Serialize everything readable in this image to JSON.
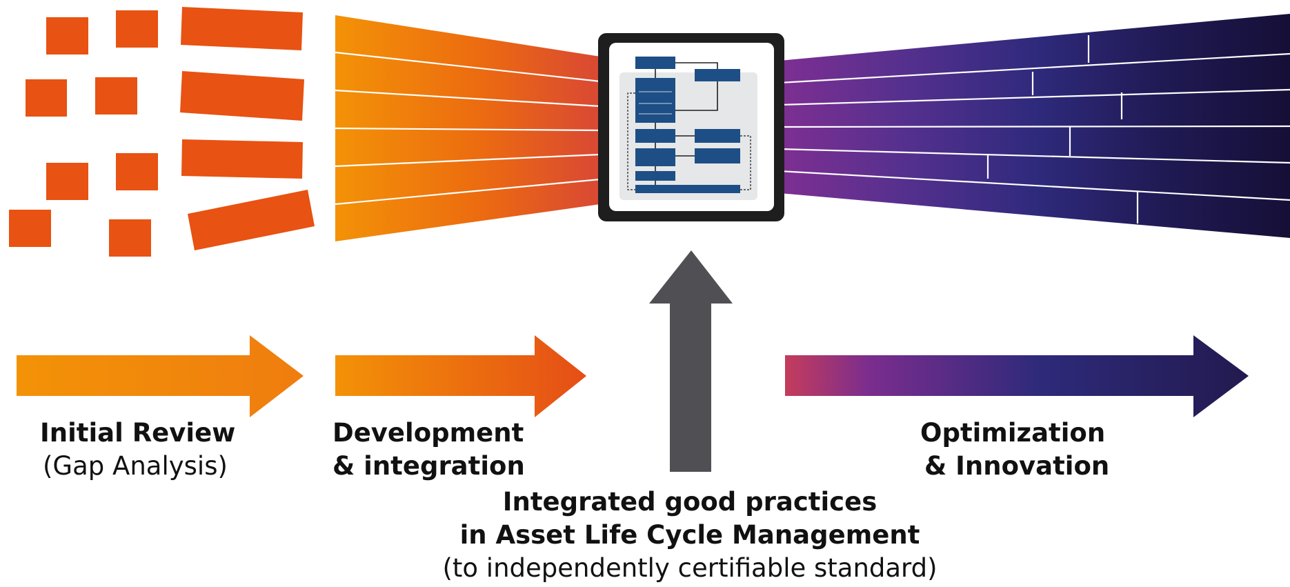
{
  "stages": {
    "initial_review": {
      "title": "Initial Review",
      "subtitle": "(Gap Analysis)"
    },
    "development": {
      "line1": "Development",
      "line2": "& integration"
    },
    "optimization": {
      "line1": "Optimization",
      "line2": "& Innovation"
    },
    "integrated": {
      "line1": "Integrated good practices",
      "line2": "in Asset Life Cycle Management",
      "line3": "(to independently certifiable standard)"
    }
  },
  "colors": {
    "scatter_orange": "#e85212",
    "orange_light": "#f39207",
    "orange_dark": "#e54e16",
    "purple": "#7b2d8e",
    "navy": "#221a4f",
    "navy_dark": "#140f33",
    "grey_arrow": "#505054",
    "frame": "#1e1e1e",
    "framework_blue": "#1d4f86"
  },
  "icons": [
    "framework-thumbnail-icon",
    "up-arrow-icon"
  ]
}
